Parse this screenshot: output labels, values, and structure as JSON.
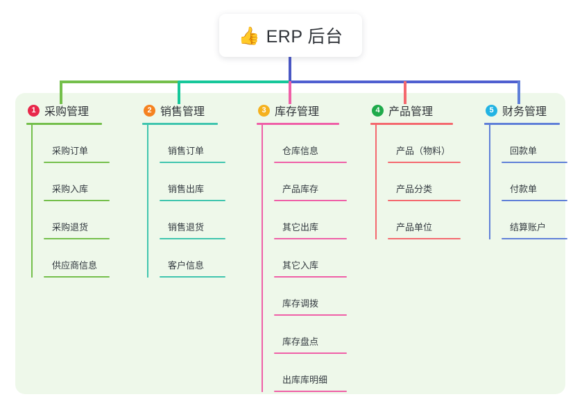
{
  "root": {
    "icon": "thumbs-up-icon",
    "icon_glyph": "👍",
    "title": "ERP 后台"
  },
  "palette": {
    "panel_bg": "#eef8ea",
    "page_bg": "#ffffff",
    "text": "#2f3338",
    "trunk": "#4a57c4",
    "connector_green": "#74bf4b",
    "connector_teal": "#16c79a",
    "connector_blue": "#4f5fd0",
    "connector_pink": "#e8579b",
    "connector_red": "#f0686e"
  },
  "columns": [
    {
      "index": "1",
      "badge_color": "#e8284a",
      "line_color": "#74bf4b",
      "label": "采购管理",
      "items": [
        "采购订单",
        "采购入库",
        "采购退货",
        "供应商信息"
      ]
    },
    {
      "index": "2",
      "badge_color": "#f58220",
      "line_color": "#3fc5ae",
      "label": "销售管理",
      "items": [
        "销售订单",
        "销售出库",
        "销售退货",
        "客户信息"
      ]
    },
    {
      "index": "3",
      "badge_color": "#f5b11e",
      "line_color": "#ef5fa7",
      "label": "库存管理",
      "items": [
        "仓库信息",
        "产品库存",
        "其它出库",
        "其它入库",
        "库存调拨",
        "库存盘点",
        "出库库明细"
      ]
    },
    {
      "index": "4",
      "badge_color": "#1faa4b",
      "line_color": "#f4686e",
      "label": "产品管理",
      "items": [
        "产品（物料）",
        "产品分类",
        "产品单位"
      ]
    },
    {
      "index": "5",
      "badge_color": "#22b3e3",
      "line_color": "#5f7fd8",
      "label": "财务管理",
      "items": [
        "回款单",
        "付款单",
        "结算账户"
      ]
    }
  ]
}
